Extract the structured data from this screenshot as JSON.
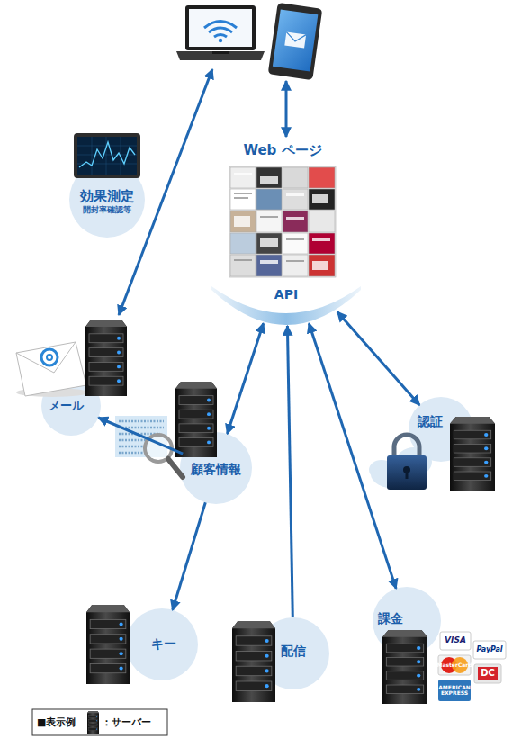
{
  "diagram": {
    "nodes": [
      {
        "text": [
          "Web ページ"
        ]
      },
      {
        "text": [
          "効果測定",
          "開封率確認等"
        ]
      },
      {
        "text": [
          "API"
        ]
      },
      {
        "text": [
          "メール"
        ]
      },
      {
        "text": [
          "認証"
        ]
      },
      {
        "text": [
          "顧客情報"
        ]
      },
      {
        "text": [
          "課金"
        ]
      },
      {
        "text": [
          "キー"
        ]
      },
      {
        "text": [
          "配信"
        ]
      }
    ],
    "edges": [
      {
        "from": 5,
        "to": 2,
        "arrow": "both"
      },
      {
        "from": 8,
        "to": 2,
        "arrow": "to"
      },
      {
        "from": 2,
        "to": 6,
        "arrow": "both"
      },
      {
        "from": 2,
        "to": 4,
        "arrow": "both"
      },
      {
        "from": 5,
        "to": 3,
        "arrow": "to"
      },
      {
        "from": 5,
        "to": 7,
        "arrow": "to"
      }
    ],
    "labels": [
      "VISA",
      "PayPal",
      "MasterCard",
      "AMERICAN EXPRESS",
      "DC",
      "■表示例"
    ],
    "legend": [
      {
        "text": "：サーバー"
      }
    ]
  }
}
